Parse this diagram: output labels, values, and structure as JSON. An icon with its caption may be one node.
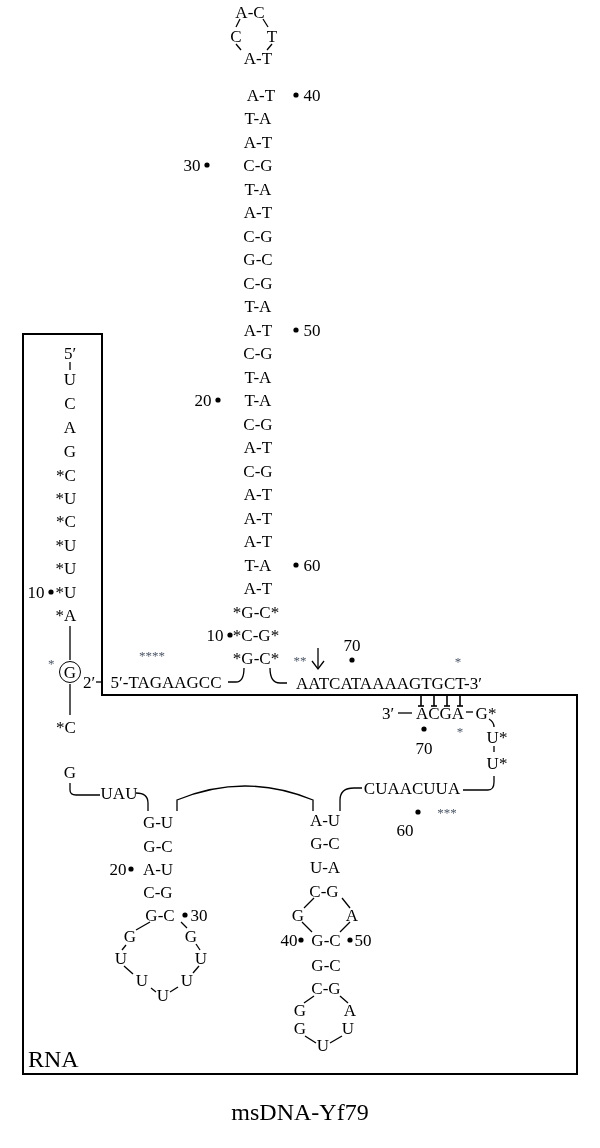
{
  "diagram": {
    "caption": "msDNA-Yf79",
    "nodes": [
      {
        "text": [
          "RNA"
        ]
      },
      {
        "text": [
          "G"
        ],
        "in": 0,
        "beside": [
          "*"
        ]
      }
    ],
    "labels": [
      "A-C",
      "C",
      "T",
      "A-T",
      "A-T",
      "40",
      "T-A",
      "A-T",
      "30",
      "C-G",
      "T-A",
      "A-T",
      "C-G",
      "G-C",
      "C-G",
      "T-A",
      "A-T",
      "50",
      "C-G",
      "5′",
      "T-A",
      "U",
      "20",
      "T-A",
      "C",
      "C-G",
      "A",
      "A-T",
      "G",
      "C-G",
      "*C",
      "A-T",
      "*U",
      "A-T",
      "*C",
      "A-T",
      "*U",
      "T-A",
      "60",
      "*U",
      "A-T",
      "10",
      "*U",
      "*G-C*",
      "*A",
      "10",
      "*C-G*",
      "****",
      "*G-C*",
      "**",
      "70",
      "*",
      "2′",
      "5′-TAGAAGCC",
      "AATCATAAAAGTGCT-3′",
      "3′",
      "ACGA",
      "G*",
      "*",
      "*C",
      "U*",
      "70",
      "U*",
      "G",
      "CUAACUUA",
      "UAU",
      "***",
      "A-U",
      "G-U",
      "60",
      "G-C",
      "G-C",
      "U-A",
      "20",
      "A-U",
      "C-G",
      "C-G",
      "G-C",
      "30",
      "G",
      "A",
      "G",
      "G",
      "40",
      "G-C",
      "50",
      "U",
      "U",
      "G-C",
      "U",
      "U",
      "C-G",
      "U",
      "G",
      "A",
      "G",
      "U",
      "U"
    ]
  }
}
